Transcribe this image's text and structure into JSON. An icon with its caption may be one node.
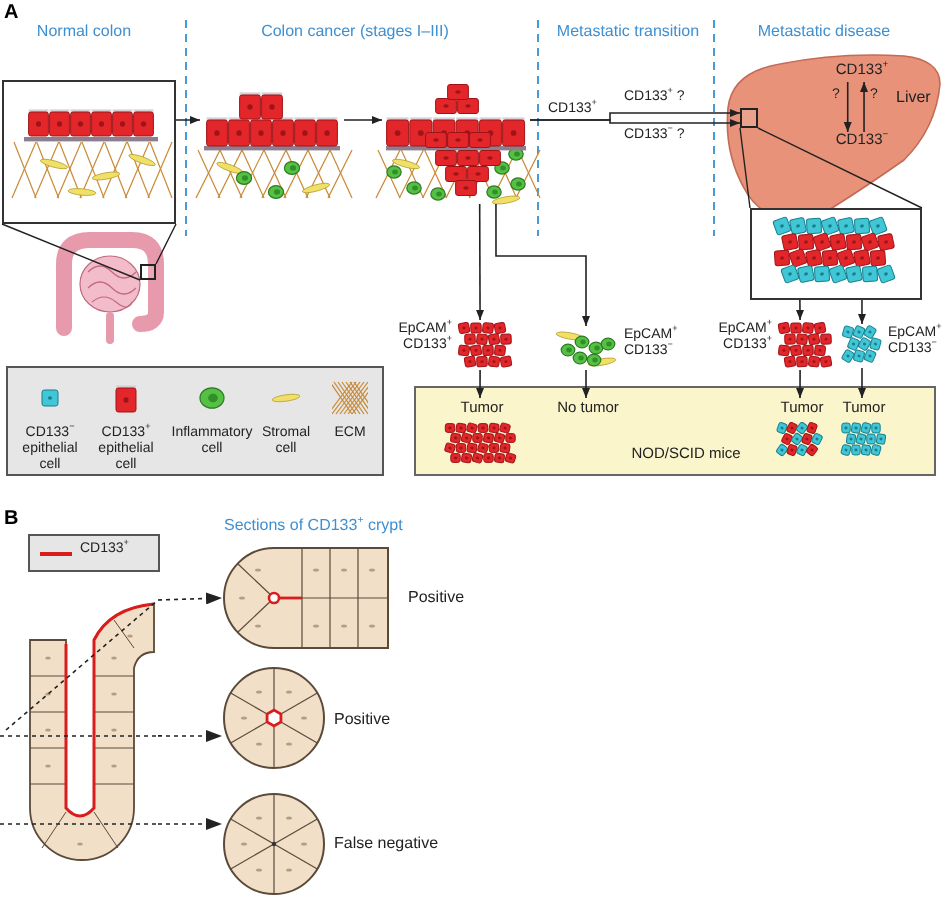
{
  "diagram": {
    "nodes": [
      {
        "text": [],
        "shape": "picture"
      },
      {
        "text": [],
        "shape": "picture"
      },
      {
        "text": [],
        "shape": "box",
        "in": 1
      },
      {
        "text": [],
        "shape": "picture"
      },
      {
        "text": [],
        "shape": "picture"
      },
      {
        "text": [
          "Liver"
        ]
      },
      {
        "text": [
          "CD133$^{+}$"
        ],
        "in": 5
      },
      {
        "text": [
          "CD133$^{−}$"
        ],
        "in": 5
      },
      {
        "text": [],
        "shape": "box",
        "in": 5
      },
      {
        "text": [],
        "shape": "picture"
      },
      {
        "text": [],
        "shape": "picture",
        "beside": [
          "EpCAM$^{+}$ CD133$^{+}$"
        ]
      },
      {
        "text": [],
        "shape": "picture",
        "beside": [
          "EpCAM$^{+}$ CD133$^{−}$"
        ]
      },
      {
        "text": [],
        "shape": "picture",
        "beside": [
          "EpCAM$^{+}$ CD133$^{+}$"
        ]
      },
      {
        "text": [],
        "shape": "picture",
        "beside": [
          "EpCAM$^{+}$ CD133$^{−}$"
        ]
      },
      {
        "text": [
          "NOD/SCID mice"
        ]
      },
      {
        "text": [
          "Tumor"
        ],
        "in": 14
      },
      {
        "text": [
          "No tumor"
        ],
        "in": 14
      },
      {
        "text": [
          "Tumor"
        ],
        "in": 14
      },
      {
        "text": [
          "Tumor"
        ],
        "in": 14
      },
      {
        "text": [],
        "shape": "picture"
      },
      {
        "text": [],
        "shape": "picture",
        "beside": [
          "Positive"
        ]
      },
      {
        "text": [],
        "shape": "picture",
        "beside": [
          "Positive"
        ]
      },
      {
        "text": [],
        "shape": "picture",
        "beside": [
          "False negative"
        ]
      }
    ],
    "edges": [
      {
        "from": 0,
        "to": 3,
        "arrow": "to"
      },
      {
        "from": 3,
        "to": 4,
        "arrow": "to"
      },
      {
        "from": 4,
        "to": 8,
        "arrow": "to",
        "label": "CD133$^{+}$ ?"
      },
      {
        "from": 4,
        "to": 8,
        "arrow": "to",
        "label": "CD133$^{−}$ ?"
      },
      {
        "from": 0,
        "to": 2,
        "arrow": "none"
      },
      {
        "from": 6,
        "to": 7,
        "arrow": "to",
        "label": "?"
      },
      {
        "from": 7,
        "to": 6,
        "arrow": "to",
        "label": "?"
      },
      {
        "from": 8,
        "to": 9,
        "arrow": "none"
      },
      {
        "from": 4,
        "to": 10,
        "arrow": "to"
      },
      {
        "from": 4,
        "to": 11,
        "arrow": "to"
      },
      {
        "from": 9,
        "to": 12,
        "arrow": "to"
      },
      {
        "from": 9,
        "to": 13,
        "arrow": "to"
      },
      {
        "from": 10,
        "to": 15,
        "arrow": "to"
      },
      {
        "from": 11,
        "to": 16,
        "arrow": "to"
      },
      {
        "from": 12,
        "to": 17,
        "arrow": "to"
      },
      {
        "from": 13,
        "to": 18,
        "arrow": "to"
      },
      {
        "from": 19,
        "to": 20,
        "arrow": "to",
        "style": "dashed"
      },
      {
        "from": 19,
        "to": 21,
        "arrow": "to",
        "style": "dashed"
      },
      {
        "from": 19,
        "to": 22,
        "arrow": "to",
        "style": "dashed"
      }
    ],
    "labels": [
      "A",
      "Normal colon",
      "Colon cancer (stages I–III)",
      "Metastatic transition",
      "Metastatic disease",
      "CD133$^{+}$",
      "B",
      "Sections of CD133$^{+}$ crypt"
    ],
    "legend": [
      {
        "text": "CD133$^{−}$ epithelial cell"
      },
      {
        "text": "CD133$^{+}$ epithelial cell"
      },
      {
        "text": "Inflammatory cell"
      },
      {
        "text": "Stromal cell"
      },
      {
        "text": "ECM"
      },
      {
        "text": "CD133$^{+}$"
      }
    ]
  }
}
